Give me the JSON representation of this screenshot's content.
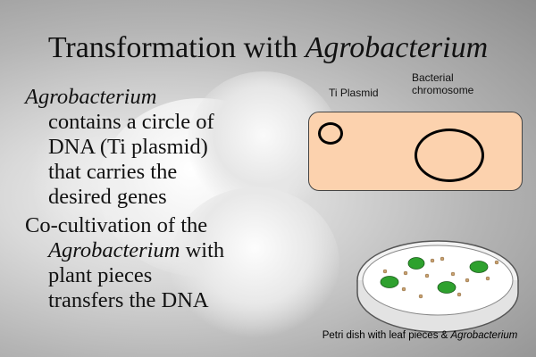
{
  "title": {
    "plain": "Transformation with ",
    "italic": "Agrobacterium"
  },
  "bullets": [
    {
      "first_italic": "Agrobacterium",
      "first_rest": "",
      "lines": [
        "contains a circle of",
        "DNA (Ti plasmid)",
        "that carries the",
        "desired genes"
      ]
    },
    {
      "line1": "Co-cultivation of the",
      "line2_italic": "Agrobacterium",
      "line2_rest": " with",
      "line3": "plant pieces",
      "line4": "transfers the DNA"
    }
  ],
  "diagram": {
    "ti_plasmid_label": "Ti Plasmid",
    "chromosome_label_line1": "Bacterial",
    "chromosome_label_line2": "chromosome",
    "cell_color": "#fcd2ae",
    "leaf_color": "#2ea12e",
    "bacteria_color": "#c8a070"
  },
  "caption": {
    "plain": "Petri dish with leaf pieces & ",
    "italic": "Agrobacterium"
  }
}
